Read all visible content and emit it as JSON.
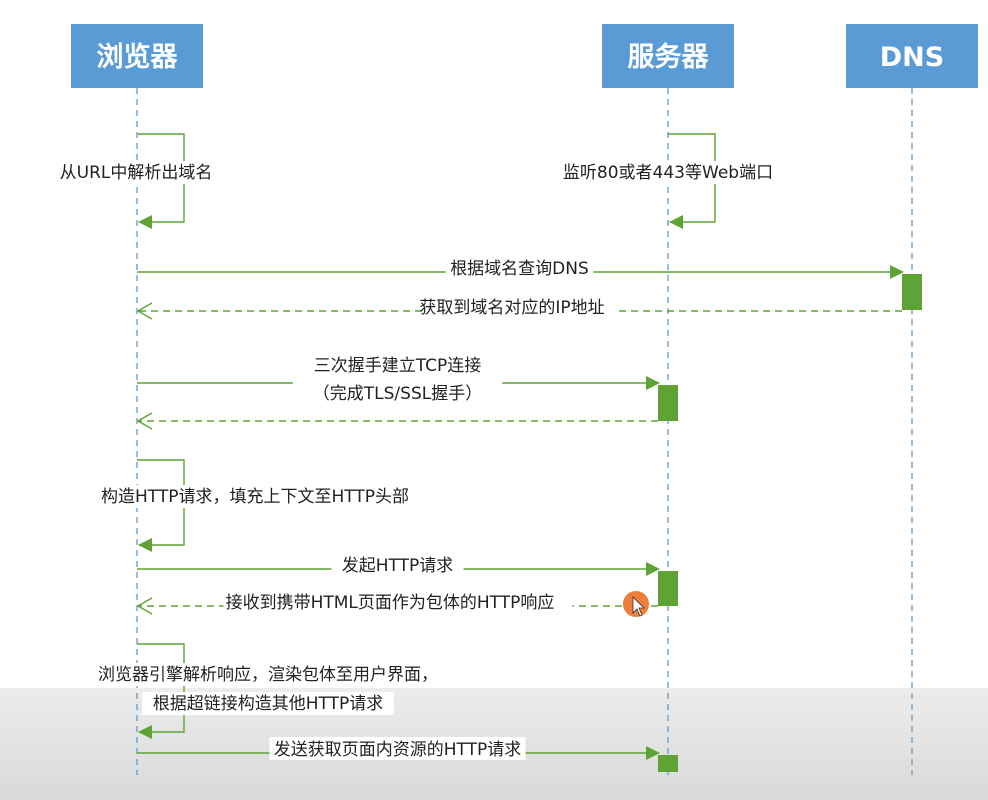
{
  "actors": [
    {
      "id": "browser",
      "label": "浏览器"
    },
    {
      "id": "server",
      "label": "服务器"
    },
    {
      "id": "dns",
      "label": "DNS"
    }
  ],
  "messages": [
    {
      "from": "browser",
      "to": "browser",
      "kind": "self",
      "lines": [
        "从URL中解析出域名"
      ]
    },
    {
      "from": "server",
      "to": "server",
      "kind": "self",
      "lines": [
        "监听80或者443等Web端口"
      ]
    },
    {
      "from": "browser",
      "to": "dns",
      "kind": "request",
      "lines": [
        "根据域名查询DNS"
      ]
    },
    {
      "from": "dns",
      "to": "browser",
      "kind": "reply",
      "lines": [
        "获取到域名对应的IP地址"
      ]
    },
    {
      "from": "browser",
      "to": "server",
      "kind": "request",
      "lines": [
        "三次握手建立TCP连接",
        "（完成TLS/SSL握手）"
      ]
    },
    {
      "from": "server",
      "to": "browser",
      "kind": "reply",
      "lines": []
    },
    {
      "from": "browser",
      "to": "browser",
      "kind": "self",
      "lines": [
        "构造HTTP请求，填充上下文至HTTP头部"
      ]
    },
    {
      "from": "browser",
      "to": "server",
      "kind": "request",
      "lines": [
        "发起HTTP请求"
      ]
    },
    {
      "from": "server",
      "to": "browser",
      "kind": "reply",
      "lines": [
        "接收到携带HTML页面作为包体的HTTP响应"
      ]
    },
    {
      "from": "browser",
      "to": "browser",
      "kind": "self",
      "lines": [
        "浏览器引擎解析响应，渲染包体至用户界面，",
        "根据超链接构造其他HTTP请求"
      ]
    },
    {
      "from": "browser",
      "to": "server",
      "kind": "request",
      "lines": [
        "发送获取页面内资源的HTTP请求"
      ]
    }
  ],
  "colors": {
    "actor_fill": "#5b9bd5",
    "lifeline": "#5b9bd5",
    "message": "#5fa334",
    "cursor": "#ee7c3a"
  }
}
